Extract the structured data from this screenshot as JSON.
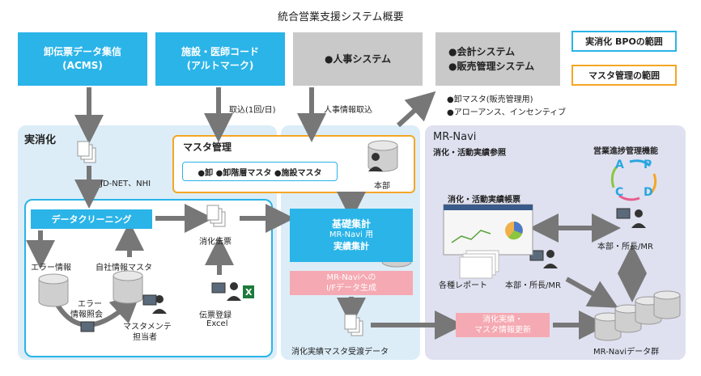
{
  "title": "統合営業支援システム概要",
  "top_boxes": {
    "acms": [
      "卸伝票データ集信",
      "(ACMS)"
    ],
    "facility": [
      "施設・医師コード",
      "(アルトマーク)"
    ],
    "hr": "●人事システム",
    "accounting": [
      "●会計システム",
      "●販売管理システム"
    ]
  },
  "legend": {
    "bpo": "実消化 BPOの範囲",
    "master": "マスタ管理の範囲"
  },
  "notes": {
    "acct_items": [
      "●卸マスタ(販売管理用)",
      "●アローアンス、インセンティブ"
    ],
    "fetch_once": "取込(1回/日)",
    "hr_fetch": "人事情報取込",
    "jdnet": "JD-NET、NHI"
  },
  "master_mgmt": {
    "title": "マスタ管理",
    "items": "●卸 ●卸階層マスタ ●施設マスタ",
    "honbu": "本部"
  },
  "jisshoka": {
    "title": "実消化",
    "cleaning": "データクリーニング",
    "error_info": "エラー情報",
    "self_master": "自社情報マスタ",
    "error_ref": [
      "エラー",
      "情報照会"
    ],
    "maint": [
      "マスタメンテ",
      "担当者"
    ],
    "slip": "消化伝票",
    "slip_entry": [
      "伝票登録",
      "Excel"
    ]
  },
  "center": {
    "kiso": [
      "基礎集計",
      "MR-Navi 用",
      "実績集計"
    ],
    "if_gen": [
      "MR-Naviへの",
      "I/Fデータ生成"
    ],
    "receive": "消化実績マスタ受渡データ"
  },
  "mrnavi": {
    "title": "MR-Navi",
    "subtitle": "消化・活動実績参照",
    "pdca_title": "営業進捗管理機能",
    "pdca": [
      "A",
      "P",
      "C",
      "D"
    ],
    "report_title": "消化・活動実績帳票",
    "reports": "各種レポート",
    "user1": "本部・所長/MR",
    "user2": "本部・所長/MR",
    "update": [
      "消化実績・",
      "マスタ情報更新"
    ],
    "data": "MR-Naviデータ群"
  },
  "colors": {
    "blue": "#2ab4e8",
    "orange": "#f5a623",
    "gray": "#c9c9c9",
    "pink": "#f5a9b2",
    "panel_blue": "#dcedf8",
    "panel_purple": "#dfe1f0"
  }
}
